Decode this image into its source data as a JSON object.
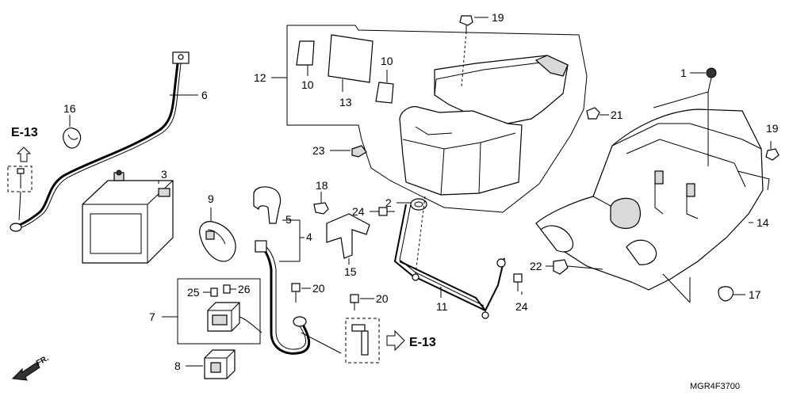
{
  "callouts": {
    "c1": "1",
    "c2": "2",
    "c3": "3",
    "c4": "4",
    "c5": "5",
    "c6": "6",
    "c7": "7",
    "c8": "8",
    "c9": "9",
    "c10a": "10",
    "c10b": "10",
    "c11": "11",
    "c12": "12",
    "c13": "13",
    "c14": "14",
    "c15": "15",
    "c16": "16",
    "c17": "17",
    "c18": "18",
    "c19a": "19",
    "c19b": "19",
    "c20a": "20",
    "c20b": "20",
    "c21": "21",
    "c22": "22",
    "c23": "23",
    "c24a": "24",
    "c24b": "24",
    "c25": "25",
    "c26": "26"
  },
  "references": {
    "e13_left": "E-13",
    "e13_right": "E-13"
  },
  "front_indicator": "FR.",
  "diagram_code": "MGR4F3700"
}
